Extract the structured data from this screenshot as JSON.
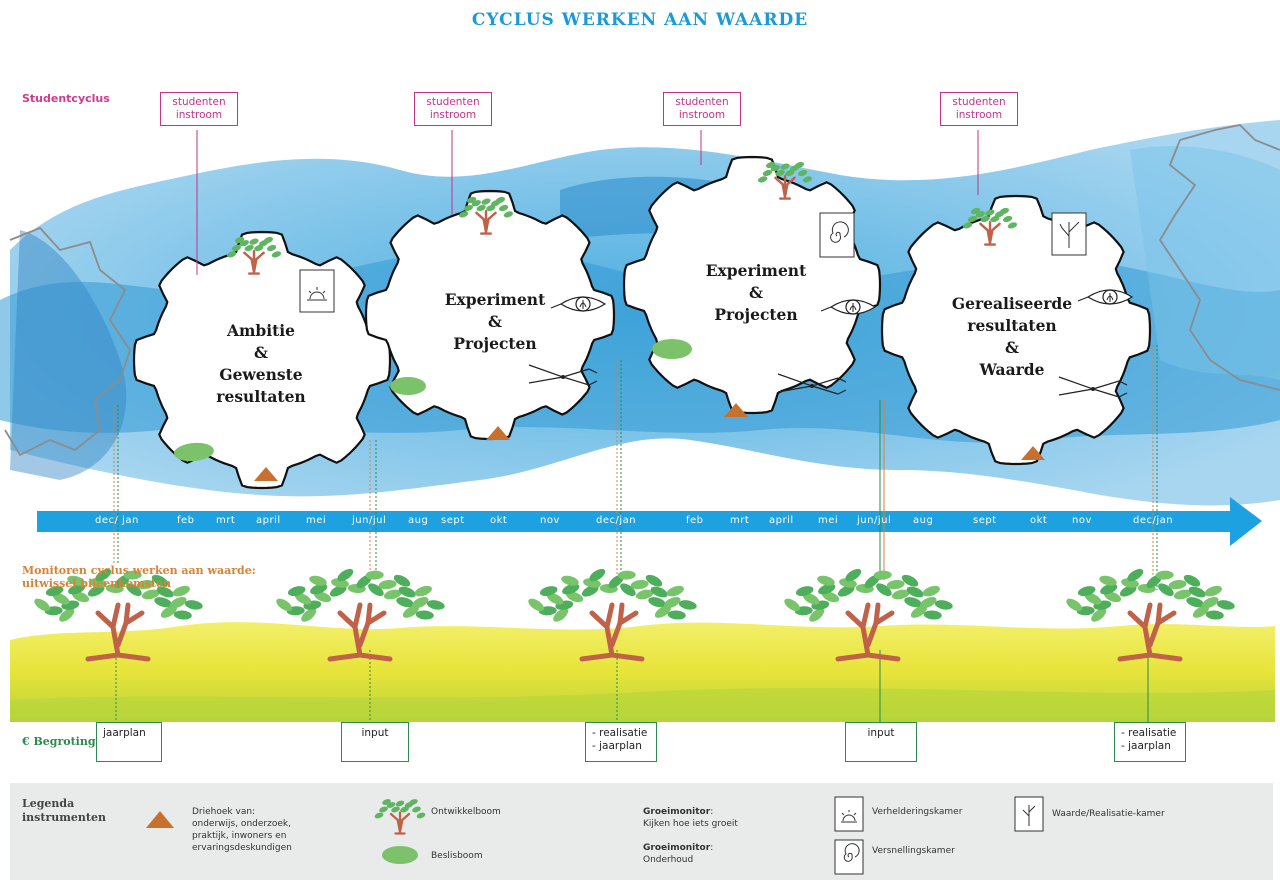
{
  "title": "CYCLUS WERKEN AAN WAARDE",
  "student_cycle_label": "Studentcyclus",
  "intake": [
    {
      "line1": "studenten",
      "line2": "instroom"
    },
    {
      "line1": "studenten",
      "line2": "instroom"
    },
    {
      "line1": "studenten",
      "line2": "instroom"
    },
    {
      "line1": "studenten",
      "line2": "instroom"
    }
  ],
  "gears": [
    {
      "lines": [
        "Ambitie",
        "&",
        "Gewenste",
        "resultaten"
      ],
      "icon": "sun-icon"
    },
    {
      "lines": [
        "Experiment",
        "&",
        "Projecten"
      ],
      "icon": "eye-leaf-icon"
    },
    {
      "lines": [
        "Experiment",
        "&",
        "Projecten"
      ],
      "icon": "spiral-icon"
    },
    {
      "lines": [
        "Gerealiseerde",
        "resultaten",
        "&",
        "Waarde"
      ],
      "icon": "plant-icon"
    }
  ],
  "timeline": [
    "dec/ jan",
    "feb",
    "mrt",
    "april",
    "mei",
    "jun/jul",
    "aug",
    "sept",
    "okt",
    "nov",
    "dec/jan",
    "feb",
    "mrt",
    "april",
    "mei",
    "jun/jul",
    "aug",
    "sept",
    "okt",
    "nov",
    "dec/jan"
  ],
  "monitor_label": {
    "line1": "Monitoren cyclus werken aan waarde:",
    "line2": "uitwissel bijeenkomsten"
  },
  "budget_label": "€ Begroting",
  "budget_boxes": [
    {
      "line1": "jaarplan",
      "line2": ""
    },
    {
      "line1": "input",
      "line2": ""
    },
    {
      "line1": "- realisatie",
      "line2": "- jaarplan"
    },
    {
      "line1": "input",
      "line2": ""
    },
    {
      "line1": "- realisatie",
      "line2": "- jaarplan"
    }
  ],
  "legend": {
    "title_line1": "Legenda",
    "title_line2": "instrumenten",
    "triangle": {
      "l1": "Driehoek van:",
      "l2": "onderwijs, onderzoek,",
      "l3": "praktijk, inwoners en",
      "l4": "ervaringsdeskundigen"
    },
    "tree": "Ontwikkelboom",
    "leaf": "Beslisboom",
    "eye": {
      "bold": "Groeimonitor",
      "rest": ":",
      "sub": "Kijken hoe iets groeit"
    },
    "scissors": {
      "bold": "Groeimonitor",
      "rest": ":",
      "sub": "Onderhoud"
    },
    "sun": "Verhelderingskamer",
    "spiral": "Versnellingskamer",
    "plant": "Waarde/Realisatie-kamer"
  },
  "colors": {
    "blue": "#1a9ad6",
    "pink": "#c2338a",
    "orange": "#d98236",
    "green": "#2d8a4e",
    "triangle": "#c8702e"
  }
}
